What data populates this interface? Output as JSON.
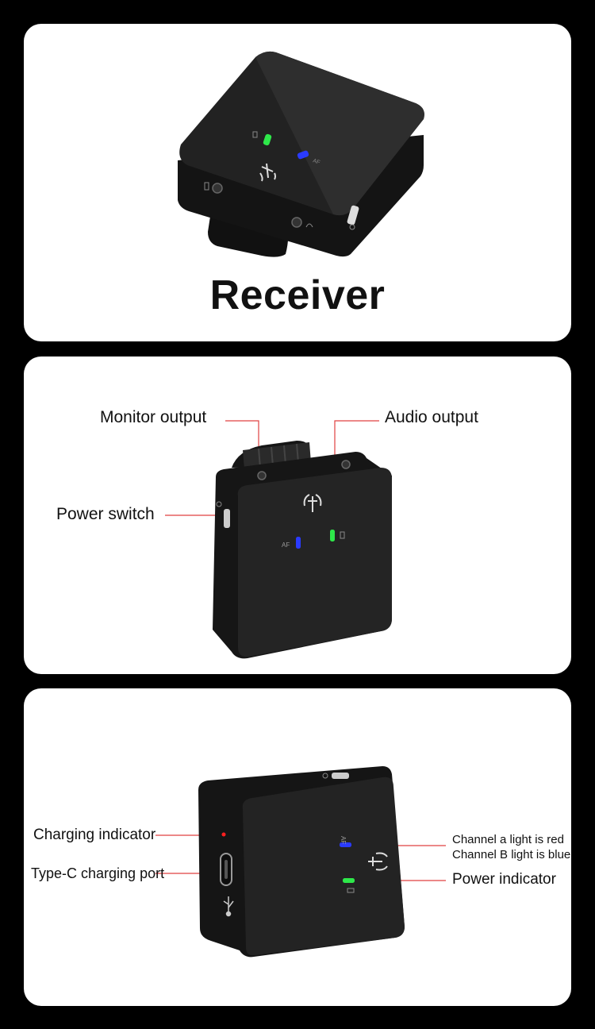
{
  "panel1": {
    "title": "Receiver"
  },
  "panel2": {
    "labels": {
      "monitor_output": "Monitor output",
      "audio_output": "Audio output",
      "power_switch": "Power switch"
    },
    "device_marks": {
      "af": "AF"
    }
  },
  "panel3": {
    "labels": {
      "charging_indicator": "Charging indicator",
      "type_c_port": "Type-C charging port",
      "channel_line1": "Channel a light is red",
      "channel_line2": "Channel B light is blue",
      "power_indicator": "Power indicator"
    },
    "device_marks": {
      "af": "AF"
    }
  },
  "colors": {
    "background": "#000000",
    "panel": "#ffffff",
    "device_body": "#1a1a1a",
    "callout_line": "#e04040",
    "led_green": "#2ee84a",
    "led_blue": "#2a3bff",
    "led_red": "#ff2020"
  }
}
